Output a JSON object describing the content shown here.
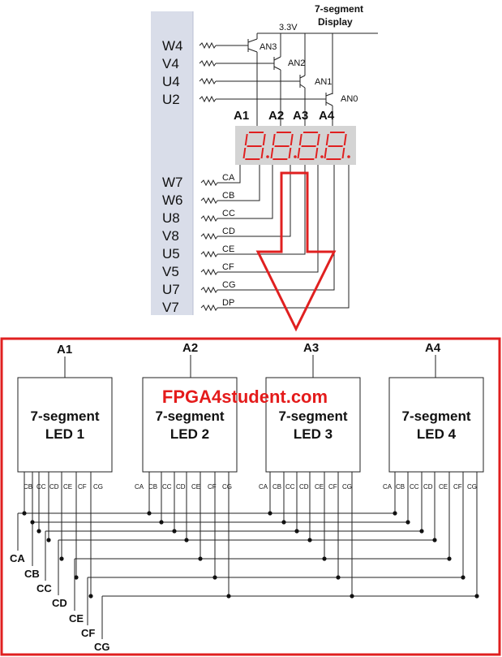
{
  "top": {
    "header_line1": "7-segment",
    "header_line2": "Display",
    "supply": "3.3V",
    "anode_pins": [
      {
        "pin": "W4",
        "net": "AN3"
      },
      {
        "pin": "V4",
        "net": "AN2"
      },
      {
        "pin": "U4",
        "net": "AN1"
      },
      {
        "pin": "U2",
        "net": "AN0"
      }
    ],
    "digit_labels": [
      "A1",
      "A2",
      "A3",
      "A4"
    ],
    "segment_pins": [
      {
        "pin": "W7",
        "net": "CA"
      },
      {
        "pin": "W6",
        "net": "CB"
      },
      {
        "pin": "U8",
        "net": "CC"
      },
      {
        "pin": "V8",
        "net": "CD"
      },
      {
        "pin": "U5",
        "net": "CE"
      },
      {
        "pin": "V5",
        "net": "CF"
      },
      {
        "pin": "U7",
        "net": "CG"
      },
      {
        "pin": "V7",
        "net": "DP"
      }
    ],
    "display_digits": "8.8.8.8."
  },
  "bottom": {
    "brand": "FPGA4student.com",
    "leds": [
      {
        "anode": "A1",
        "line1": "7-segment",
        "line2": "LED 1"
      },
      {
        "anode": "A2",
        "line1": "7-segment",
        "line2": "LED 2"
      },
      {
        "anode": "A3",
        "line1": "7-segment",
        "line2": "LED 3"
      },
      {
        "anode": "A4",
        "line1": "7-segment",
        "line2": "LED 4"
      }
    ],
    "led1_pins": [
      "CB",
      "CC",
      "CD",
      "CE",
      "CF",
      "CG"
    ],
    "led_pins": [
      "CA",
      "CB",
      "CC",
      "CD",
      "CE",
      "CF",
      "CG"
    ],
    "bus_labels": [
      "CA",
      "CB",
      "CC",
      "CD",
      "CE",
      "CF",
      "CG"
    ]
  },
  "colors": {
    "frame": "#e02020",
    "arrow": "#e02020",
    "display_bg": "#d4d4d4",
    "segment": "#e02020",
    "pin_bar": "#d7dbe8"
  }
}
